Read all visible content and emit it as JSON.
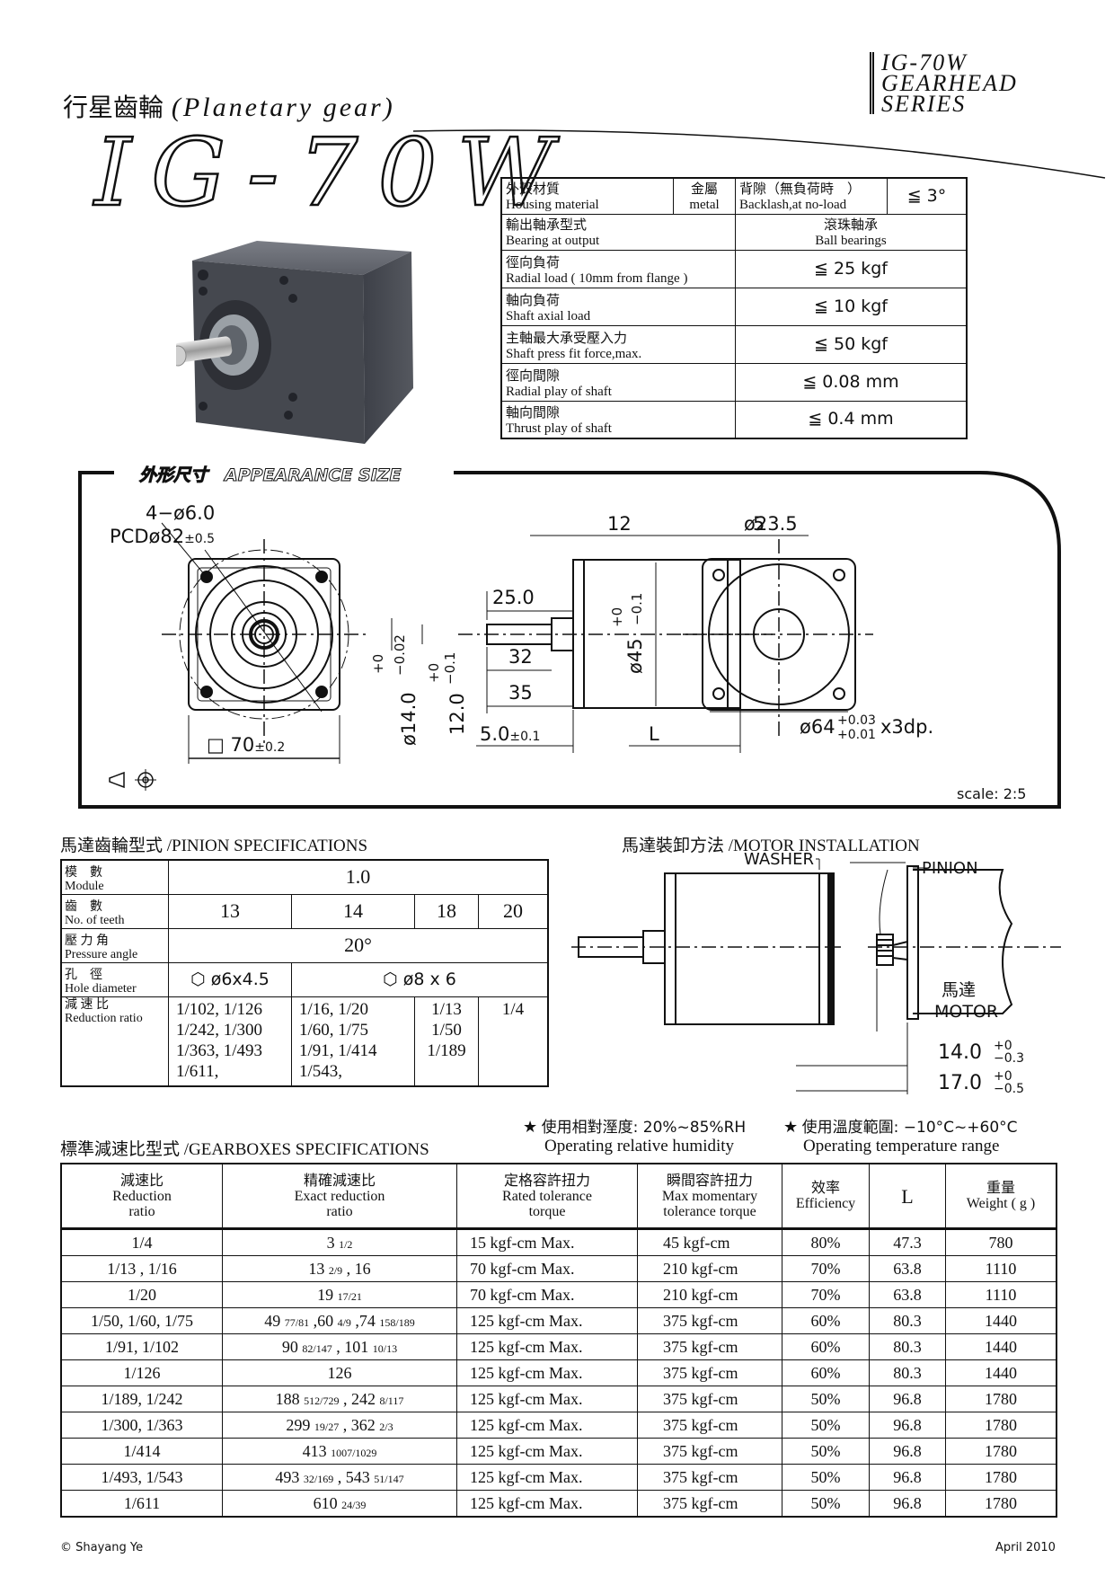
{
  "header": {
    "title_cn": "行星齒輪",
    "title_en": "(Planetary gear)",
    "model": "IG-70W",
    "series_lines": [
      "IG-70W",
      "GEARHEAD",
      "SERIES"
    ]
  },
  "specs": [
    {
      "label_cn": "外殼材質",
      "label_en": "Housing material",
      "value": "金屬 metal",
      "value_cn": "金屬",
      "value_en": "metal",
      "extra_label_cn": "背隙（無負荷時　）",
      "extra_label_en": "Backlash,at no-load",
      "extra_value": "≦ 3°"
    },
    {
      "label_cn": "輸出軸承型式",
      "label_en": "Bearing at output",
      "value_cn": "滾珠軸承",
      "value_en": "Ball bearings"
    },
    {
      "label_cn": "徑向負荷",
      "label_en": "Radial load ( 10mm from flange )",
      "value": "≦ 25 kgf"
    },
    {
      "label_cn": "軸向負荷",
      "label_en": "Shaft axial load",
      "value": "≦ 10 kgf"
    },
    {
      "label_cn": "主軸最大承受壓入力",
      "label_en": "Shaft press fit force,max.",
      "value": "≦ 50 kgf"
    },
    {
      "label_cn": "徑向間隙",
      "label_en": "Radial play of shaft",
      "value": "≦ 0.08 mm"
    },
    {
      "label_cn": "軸向間隙",
      "label_en": "Thrust play of shaft",
      "value": "≦ 0.4 mm"
    }
  ],
  "appearance": {
    "label": "外形尺寸　APPEARANCE SIZE",
    "scale": "scale: 2:5",
    "dims": {
      "holes": "4−ø6.0",
      "pcd": "PCDø82",
      "pcd_tol": "±0.5",
      "square": "□ 70",
      "square_tol": "±0.2",
      "shaft_dia": "ø14.0",
      "shaft_tol_top": "+0",
      "shaft_tol_bot": "−0.02",
      "flat": "12.0",
      "flat_tol_top": "+0",
      "flat_tol_bot": "−0.1",
      "d25": "25.0",
      "d32": "32",
      "d35": "35",
      "d5": "5.0",
      "d5_tol": "±0.1",
      "L": "L",
      "d12": "12",
      "d5b": "5",
      "pilot": "ø45",
      "pilot_tol_top": "+0",
      "pilot_tol_bot": "−0.1",
      "d23": "ø23.5",
      "d64": "ø64",
      "d64_tol_top": "+0.03",
      "d64_tol_bot": "+0.01",
      "d64_depth": "x3dp."
    }
  },
  "pinion": {
    "title": "馬達齒輪型式 /PINION SPECIFICATIONS",
    "module_label_cn": "模　數",
    "module_label_en": "Module",
    "module_value": "1.0",
    "teeth_label_cn": "齒　數",
    "teeth_label_en": "No. of teeth",
    "teeth": [
      "13",
      "14",
      "18",
      "20"
    ],
    "pressure_label_cn": "壓 力 角",
    "pressure_label_en": "Pressure angle",
    "pressure_value": "20°",
    "hole_label_cn": "孔　徑",
    "hole_label_en": "Hole diameter",
    "hole_a": "ø6x4.5",
    "hole_b": "ø8 x 6",
    "ratio_label_cn": "減 速 比",
    "ratio_label_en": "Reduction ratio",
    "ratios": [
      [
        "1/102,  1/126",
        "1/242,  1/300",
        "1/363,  1/493",
        " 1/611,"
      ],
      [
        "1/16,    1/20",
        "1/60,    1/75",
        " 1/91,  1/414",
        "1/543,"
      ],
      [
        "1/13",
        "1/50",
        "1/189"
      ],
      [
        "1/4"
      ]
    ]
  },
  "installation": {
    "title": "馬達裝卸方法 /MOTOR INSTALLATION",
    "washer": "WASHER",
    "pinion": "PINION",
    "motor_cn": "馬達",
    "motor_en": "MOTOR",
    "dim1": "14.0",
    "dim1_tol_top": "+0",
    "dim1_tol_bot": "−0.3",
    "dim2": "17.0",
    "dim2_tol_top": "+0",
    "dim2_tol_bot": "−0.5"
  },
  "conditions": {
    "humidity_cn": "使用相對溼度: 20%~85%RH",
    "humidity_en": "Operating relative humidity",
    "temp_cn": "使用溫度範圍: −10°C~+60°C",
    "temp_en": "Operating temperature range"
  },
  "gearbox": {
    "title": "標準減速比型式 /GEARBOXES SPECIFICATIONS",
    "headers": [
      [
        "減速比",
        "Reduction",
        "ratio"
      ],
      [
        "精確減速比",
        "Exact reduction",
        "ratio"
      ],
      [
        "定格容許扭力",
        "Rated tolerance",
        "torque"
      ],
      [
        "瞬間容許扭力",
        "Max momentary",
        "tolerance torque"
      ],
      [
        "效率",
        "Efficiency",
        ""
      ],
      [
        "L",
        "",
        ""
      ],
      [
        "重量",
        "Weight ( g )",
        ""
      ]
    ],
    "rows": [
      {
        "ratio": "1/4",
        "exact": "3",
        "exact_frac": "1/2",
        "exact2": "",
        "exact2_frac": "",
        "rated": "15  kgf-cm  Max.",
        "max": "45  kgf-cm",
        "eff": "80%",
        "L": "47.3",
        "weight": "780"
      },
      {
        "ratio": "1/13 , 1/16",
        "exact": "13",
        "exact_frac": "2/9",
        "exact2": ",    16",
        "exact2_frac": "",
        "rated": "70  kgf-cm  Max.",
        "max": "210  kgf-cm",
        "eff": "70%",
        "L": "63.8",
        "weight": "1110"
      },
      {
        "ratio": "1/20",
        "exact": "19",
        "exact_frac": "17/21",
        "exact2": "",
        "exact2_frac": "",
        "rated": "70  kgf-cm  Max.",
        "max": "210  kgf-cm",
        "eff": "70%",
        "L": "63.8",
        "weight": "1110"
      },
      {
        "ratio": "1/50, 1/60, 1/75",
        "exact": "49",
        "exact_frac": "77/81",
        "exact2": ",60",
        "exact2_frac": "4/9",
        "exact3": ",74",
        "exact3_frac": "158/189",
        "rated": "125  kgf-cm  Max.",
        "max": "375  kgf-cm",
        "eff": "60%",
        "L": "80.3",
        "weight": "1440"
      },
      {
        "ratio": "1/91, 1/102",
        "exact": "90",
        "exact_frac": "82/147",
        "exact2": ",  101",
        "exact2_frac": "10/13",
        "rated": "125  kgf-cm  Max.",
        "max": "375  kgf-cm",
        "eff": "60%",
        "L": "80.3",
        "weight": "1440"
      },
      {
        "ratio": "1/126",
        "exact": "126",
        "exact_frac": "",
        "exact2": "",
        "exact2_frac": "",
        "rated": "125  kgf-cm  Max.",
        "max": "375  kgf-cm",
        "eff": "60%",
        "L": "80.3",
        "weight": "1440"
      },
      {
        "ratio": "1/189, 1/242",
        "exact": "188",
        "exact_frac": "512/729",
        "exact2": ",  242",
        "exact2_frac": "8/117",
        "rated": "125  kgf-cm  Max.",
        "max": "375  kgf-cm",
        "eff": "50%",
        "L": "96.8",
        "weight": "1780"
      },
      {
        "ratio": "1/300, 1/363",
        "exact": "299",
        "exact_frac": "19/27",
        "exact2": ",  362",
        "exact2_frac": "2/3",
        "rated": "125  kgf-cm  Max.",
        "max": "375  kgf-cm",
        "eff": "50%",
        "L": "96.8",
        "weight": "1780"
      },
      {
        "ratio": "1/414",
        "exact": "413",
        "exact_frac": "1007/1029",
        "exact2": "",
        "exact2_frac": "",
        "rated": "125  kgf-cm  Max.",
        "max": "375  kgf-cm",
        "eff": "50%",
        "L": "96.8",
        "weight": "1780"
      },
      {
        "ratio": "1/493, 1/543",
        "exact": "493",
        "exact_frac": "32/169",
        "exact2": ",  543",
        "exact2_frac": "51/147",
        "rated": "125  kgf-cm  Max.",
        "max": "375  kgf-cm",
        "eff": "50%",
        "L": "96.8",
        "weight": "1780"
      },
      {
        "ratio": "1/611",
        "exact": "610",
        "exact_frac": "24/39",
        "exact2": "",
        "exact2_frac": "",
        "rated": "125  kgf-cm  Max.",
        "max": "375  kgf-cm",
        "eff": "50%",
        "L": "96.8",
        "weight": "1780"
      }
    ]
  },
  "footer": {
    "copyright": "© Shayang Ye",
    "date": "April  2010"
  }
}
